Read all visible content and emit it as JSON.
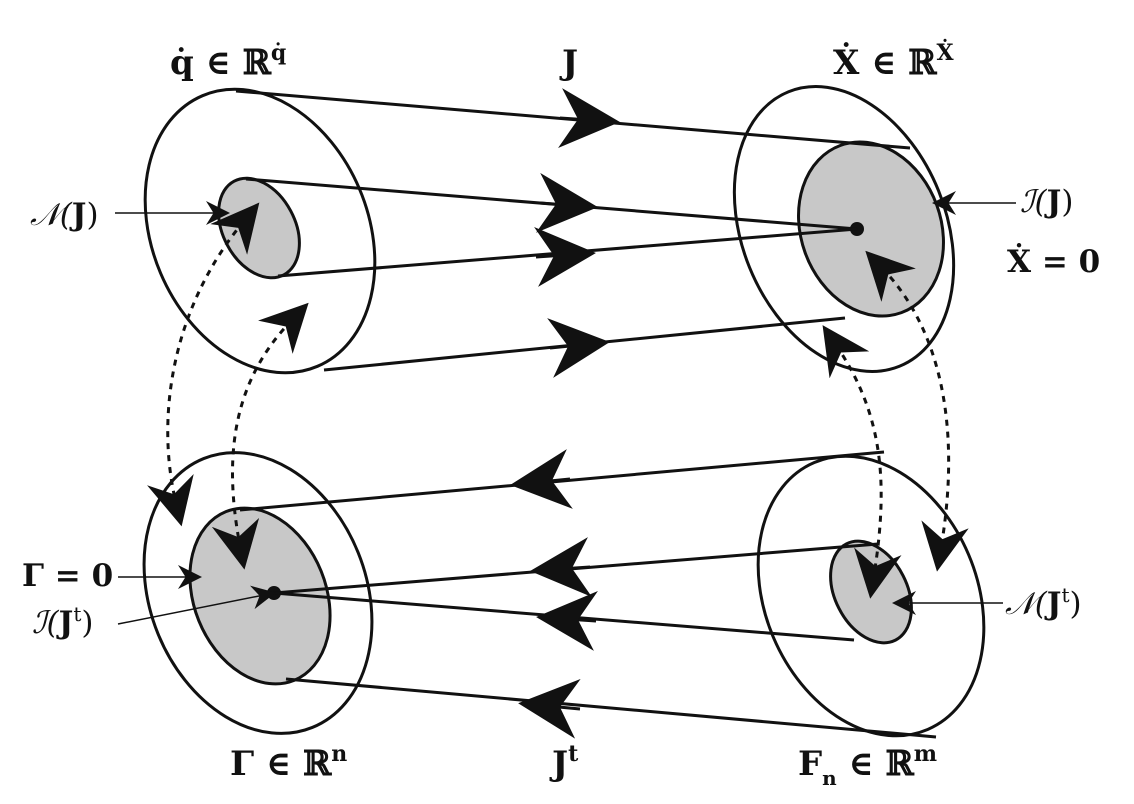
{
  "diagram": {
    "colors": {
      "ink": "#111111",
      "fill": "#c8c8c8",
      "background": "#ffffff"
    },
    "labels": {
      "q_space_main": "q̇ ∈ ",
      "q_space_R": "ℝ",
      "q_space_sup": "q̇",
      "x_space_main": "Ẋ ∈ ",
      "x_space_R": "ℝ",
      "x_space_sup": "Ẋ",
      "gamma_space_main": "Γ ∈ ",
      "gamma_space_R": "ℝ",
      "gamma_space_sup": "n",
      "f_space_main": "F",
      "f_space_sub": "n",
      "f_space_rest": " ∈ ",
      "f_space_R": "ℝ",
      "f_space_sup": "m",
      "map_top": "J",
      "map_bottom_main": "J",
      "map_bottom_sup": "t",
      "null_j_pre": "𝒩(",
      "null_j_bold": "J",
      "null_j_post": ")",
      "image_j_pre": "ℐ(",
      "image_j_bold": "J",
      "image_j_post": ")",
      "xdot_zero": "Ẋ = 0",
      "gamma_zero": "Γ = 0",
      "image_jt_pre": "ℐ(",
      "image_jt_bold": "J",
      "image_jt_sup": "t",
      "image_jt_post": ")",
      "null_jt_pre": "𝒩(",
      "null_jt_bold": "J",
      "null_jt_sup": "t",
      "null_jt_post": ")"
    }
  }
}
